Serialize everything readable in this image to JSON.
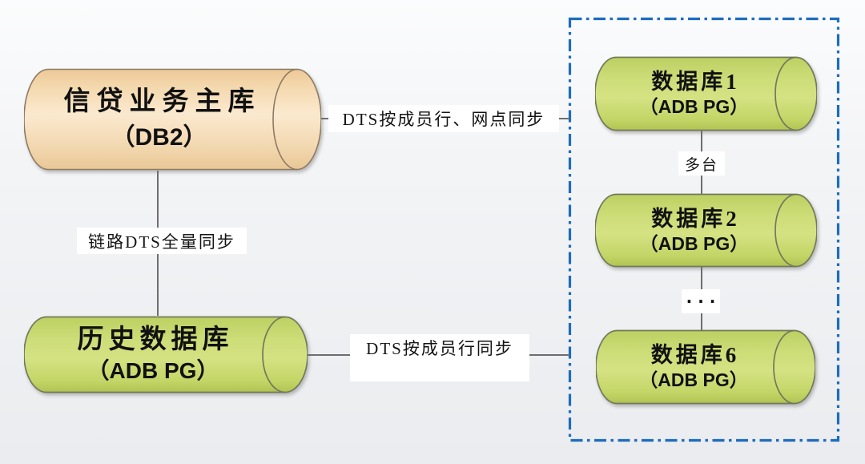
{
  "diagram": {
    "title_hint": "DTS database sync architecture",
    "nodes": {
      "credit_master": {
        "line1": "信贷业务主库",
        "line2": "（DB2）",
        "shape": "horizontal-cylinder",
        "fill": "#f6dfbc"
      },
      "history": {
        "line1": "历史数据库",
        "line2": "（ADB PG）",
        "shape": "horizontal-cylinder",
        "fill": "#cbdb74"
      },
      "db1": {
        "line1": "数据库1",
        "line2": "（ADB PG）",
        "shape": "horizontal-cylinder",
        "fill": "#cbdb74"
      },
      "db2": {
        "line1": "数据库2",
        "line2": "（ADB PG）",
        "shape": "horizontal-cylinder",
        "fill": "#cbdb74"
      },
      "db6": {
        "line1": "数据库6",
        "line2": "（ADB PG）",
        "shape": "horizontal-cylinder",
        "fill": "#cbdb74"
      }
    },
    "edges": {
      "full_sync_label": "链路DTS全量同步",
      "member_branch_label": "DTS按成员行、网点同步",
      "member_label": "DTS按成员行同步",
      "multi_label": "多台",
      "ellipsis_label": "···"
    },
    "colors": {
      "cluster_border_blue": "#1c6cbe",
      "connector_gray": "#6e6e6e",
      "tan_border": "#8d7a64",
      "green_border": "#72795a",
      "label_background": "#ffffff"
    }
  }
}
